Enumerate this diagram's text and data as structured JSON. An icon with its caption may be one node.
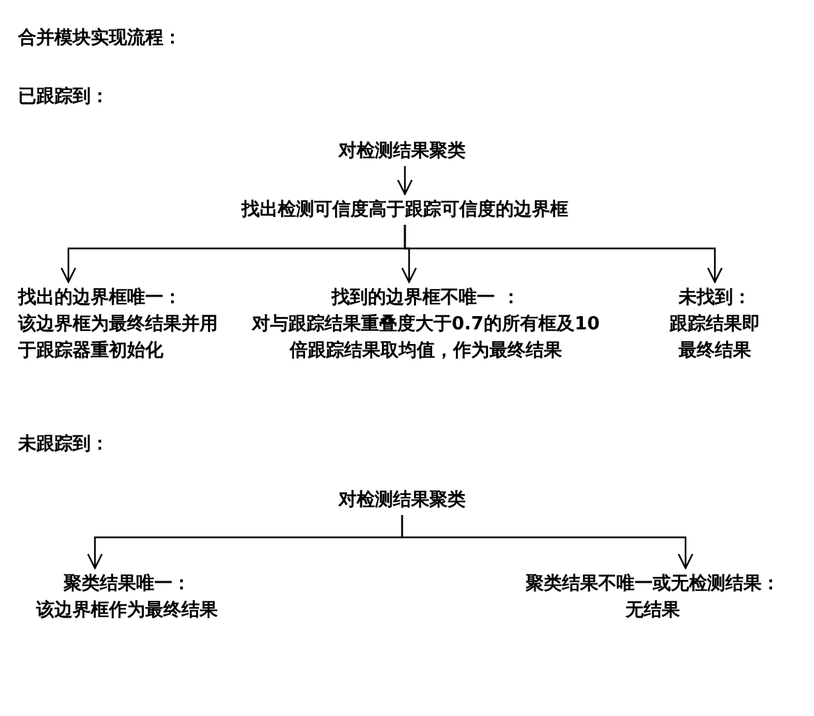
{
  "diagram": {
    "title": "合并模块实现流程：",
    "nodes": [
      {
        "text": [
          "对检测结果聚类"
        ]
      },
      {
        "text": [
          "找出检测可信度高于跟踪可信度的边界框"
        ]
      },
      {
        "text": [
          "找出的边界框唯一：",
          "该边界框为最终结果并用于跟踪器重初始化"
        ]
      },
      {
        "text": [
          "找到的边界框不唯一 ：",
          "对与跟踪结果重叠度大于0.7的所有框及10倍跟踪结果取均值，作为最终结果"
        ]
      },
      {
        "text": [
          "未找到：",
          "跟踪结果即最终结果"
        ]
      },
      {
        "text": [
          "对检测结果聚类"
        ]
      },
      {
        "text": [
          "聚类结果唯一：",
          "该边界框作为最终结果"
        ]
      },
      {
        "text": [
          "聚类结果不唯一或无检测结果：",
          "无结果"
        ]
      }
    ],
    "edges": [
      {
        "from": 0,
        "to": 1,
        "arrow": "to"
      },
      {
        "from": 1,
        "to": 2,
        "arrow": "to"
      },
      {
        "from": 1,
        "to": 3,
        "arrow": "to"
      },
      {
        "from": 1,
        "to": 4,
        "arrow": "to"
      },
      {
        "from": 5,
        "to": 6,
        "arrow": "to"
      },
      {
        "from": 5,
        "to": 7,
        "arrow": "to"
      }
    ],
    "labels": [
      "已跟踪到：",
      "未跟踪到："
    ]
  }
}
